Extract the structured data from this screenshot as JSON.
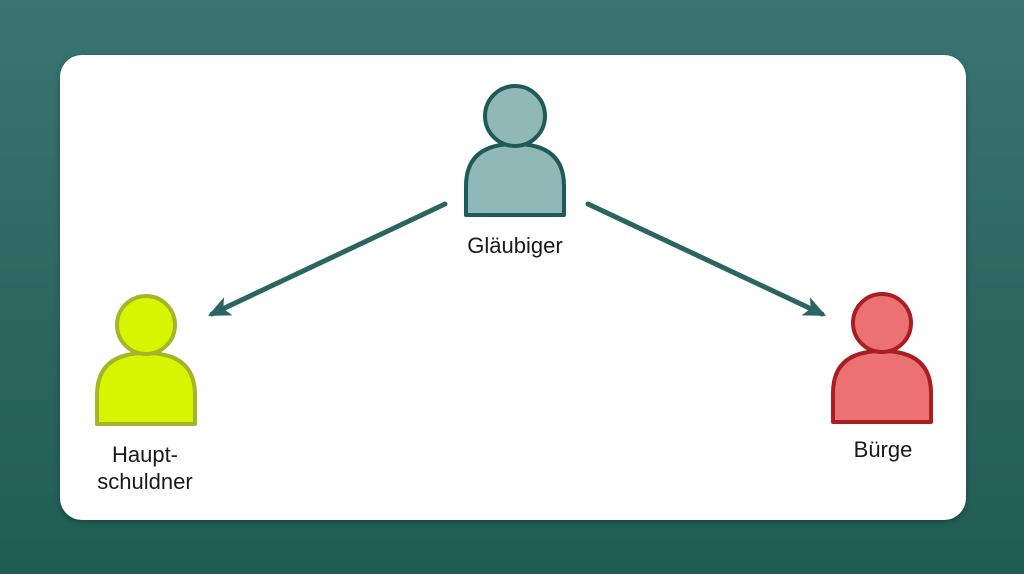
{
  "colors": {
    "background_top": "#3a7470",
    "background_bottom": "#1f5c52",
    "card": "#ffffff",
    "arrow": "#2a6562",
    "creditor_fill": "#8fb8b6",
    "creditor_stroke": "#1e5a58",
    "debtor_fill": "#d6f600",
    "debtor_stroke": "#a5b42a",
    "guarantor_fill": "#ec7173",
    "guarantor_stroke": "#a81e22"
  },
  "nodes": {
    "creditor": {
      "label": "Gläubiger",
      "icon": "person-icon"
    },
    "debtor": {
      "label": "Haupt-\nschuldner",
      "icon": "person-icon"
    },
    "guarantor": {
      "label": "Bürge",
      "icon": "person-icon"
    }
  },
  "edges": [
    {
      "from": "creditor",
      "to": "debtor"
    },
    {
      "from": "creditor",
      "to": "guarantor"
    }
  ]
}
